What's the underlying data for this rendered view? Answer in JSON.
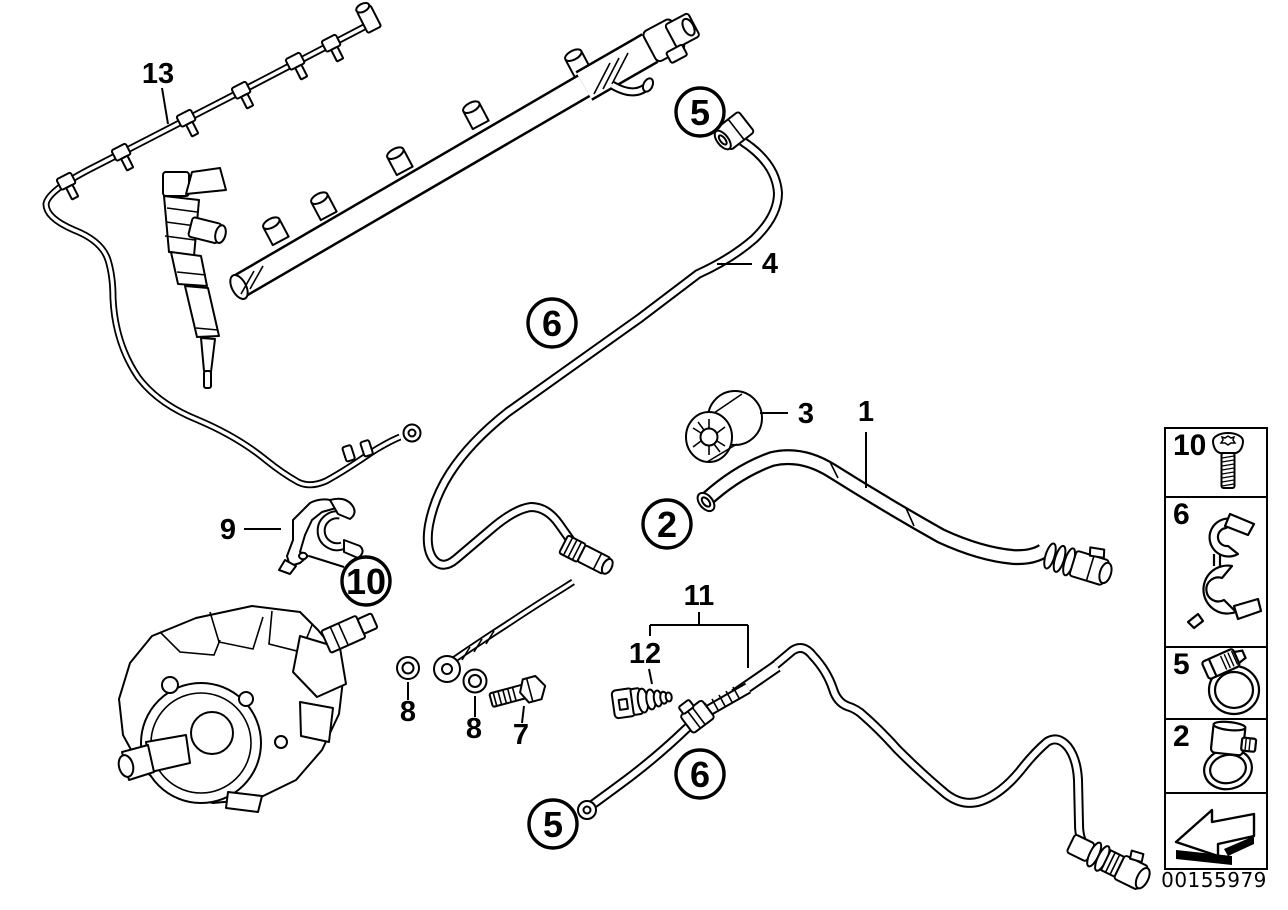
{
  "doc": {
    "type": "parts-diagram",
    "part_number": "00155979"
  },
  "colors": {
    "ink": "#000000",
    "paper": "#ffffff"
  },
  "labels": {
    "l13": "13",
    "l4": "4",
    "l3": "3",
    "l1": "1",
    "l9": "9",
    "l11": "11",
    "l12": "12",
    "l8a": "8",
    "l8b": "8",
    "l7": "7"
  },
  "callouts": {
    "c5_top": "5",
    "c6_upper": "6",
    "c2": "2",
    "c10": "10",
    "c5_bottom": "5",
    "c6_lower": "6"
  },
  "legend": {
    "rows": [
      {
        "label": "10",
        "icon": "torx-screw-icon"
      },
      {
        "label": "6",
        "icon": "pipe-clip-icon"
      },
      {
        "label": "5",
        "icon": "hose-clamp-icon"
      },
      {
        "label": "2",
        "icon": "hose-clamp-icon"
      },
      {
        "label": "",
        "icon": "direction-arrow-icon"
      }
    ]
  }
}
